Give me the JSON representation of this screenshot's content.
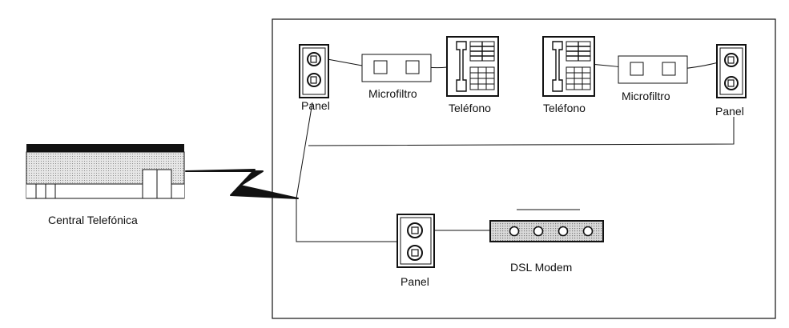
{
  "labels": {
    "central": "Central Telefónica",
    "panel_top_left": "Panel",
    "microfilter_left": "Microfiltro",
    "phone_left": "Teléfono",
    "phone_right": "Teléfono",
    "microfilter_right": "Microfiltro",
    "panel_top_right": "Panel",
    "panel_bottom": "Panel",
    "modem": "DSL Modem"
  },
  "icons": {
    "building": "building-icon",
    "lightning": "lightning-link-icon",
    "wall_jack": "wall-jack-icon",
    "microfilter": "microfilter-icon",
    "telephone": "telephone-icon",
    "modem": "dsl-modem-icon"
  },
  "colors": {
    "line": "#111111",
    "building_fill": "#d9d9d9",
    "modem_fill": "#cfcfcf"
  }
}
